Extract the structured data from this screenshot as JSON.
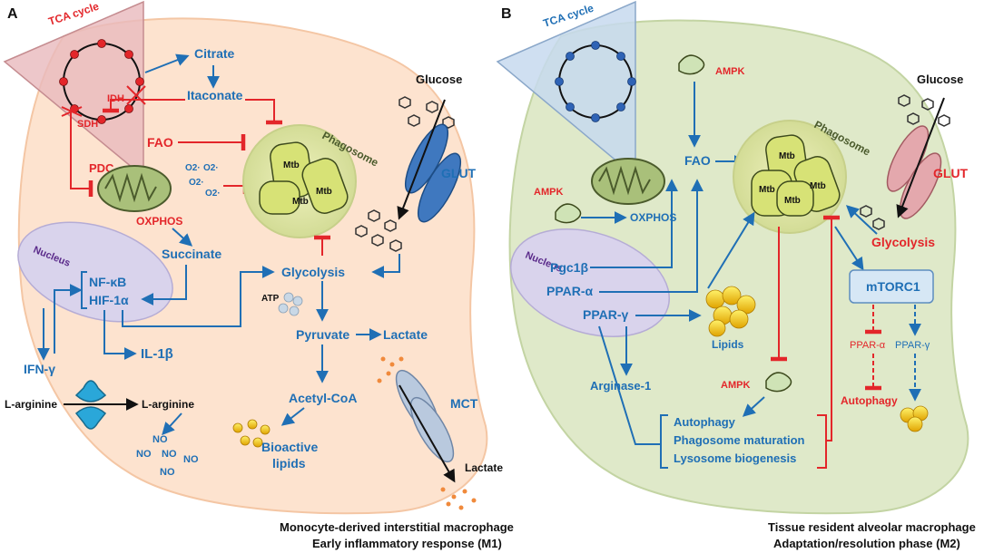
{
  "panel_a": {
    "letter": "A",
    "tca_cycle": "TCA cycle",
    "idh": "IDH",
    "sdh": "SDH",
    "citrate": "Citrate",
    "itaconate": "Itaconate",
    "fao": "FAO",
    "pdc": "PDC",
    "oxphos": "OXPHOS",
    "ros": [
      "O2·",
      "O2·",
      "O2·",
      "O2·"
    ],
    "phagosome": "Phagosome",
    "mtb": "Mtb",
    "glucose": "Glucose",
    "glut": "GLUT",
    "succinate": "Succinate",
    "nucleus": "Nucleus",
    "nfkb": "NF-κB",
    "hif1a": "HIF-1α",
    "glycolysis": "Glycolysis",
    "atp": "ATP",
    "pyruvate": "Pyruvate",
    "lactate": "Lactate",
    "acetyl_coa": "Acetyl-CoA",
    "bioactive_lipids_1": "Bioactive",
    "bioactive_lipids_2": "lipids",
    "il1b": "IL-1β",
    "ifng": "IFN-γ",
    "l_arginine_out": "L-arginine",
    "l_arginine_in": "L-arginine",
    "no": "NO",
    "mct": "MCT",
    "lactate_out": "Lactate",
    "caption_1": "Monocyte-derived interstitial macrophage",
    "caption_2": "Early inflammatory response (M1)"
  },
  "panel_b": {
    "letter": "B",
    "tca_cycle": "TCA cycle",
    "ampk": "AMPK",
    "fao": "FAO",
    "oxphos": "OXPHOS",
    "phagosome": "Phagosome",
    "mtb": "Mtb",
    "glucose": "Glucose",
    "glut": "GLUT",
    "glycolysis": "Glycolysis",
    "nucleus": "Nucleus",
    "pgc1b": "Pgc1β",
    "ppara": "PPAR-α",
    "pparg": "PPAR-γ",
    "lipids": "Lipids",
    "arginase": "Arginase-1",
    "mtorc1": "mTORC1",
    "ppara_small": "PPAR-α",
    "pparg_small": "PPAR-γ",
    "autophagy_small": "Autophagy",
    "autophagy": "Autophagy",
    "phagosome_maturation": "Phagosome maturation",
    "lysosome_biogenesis": "Lysosome biogenesis",
    "caption_1": "Tissue resident alveolar macrophage",
    "caption_2": "Adaptation/resolution phase (M2)"
  },
  "colors": {
    "cell_a": "#fde3cf",
    "cell_b": "#dfe9c9",
    "arrow_blue": "#1f6fb5",
    "inhibit_red": "#e3262a",
    "nucleus": "#d9d3ec",
    "mito": "#a9c07a",
    "phagosome": "#e2e8a6",
    "mtb": "#d7e276"
  }
}
